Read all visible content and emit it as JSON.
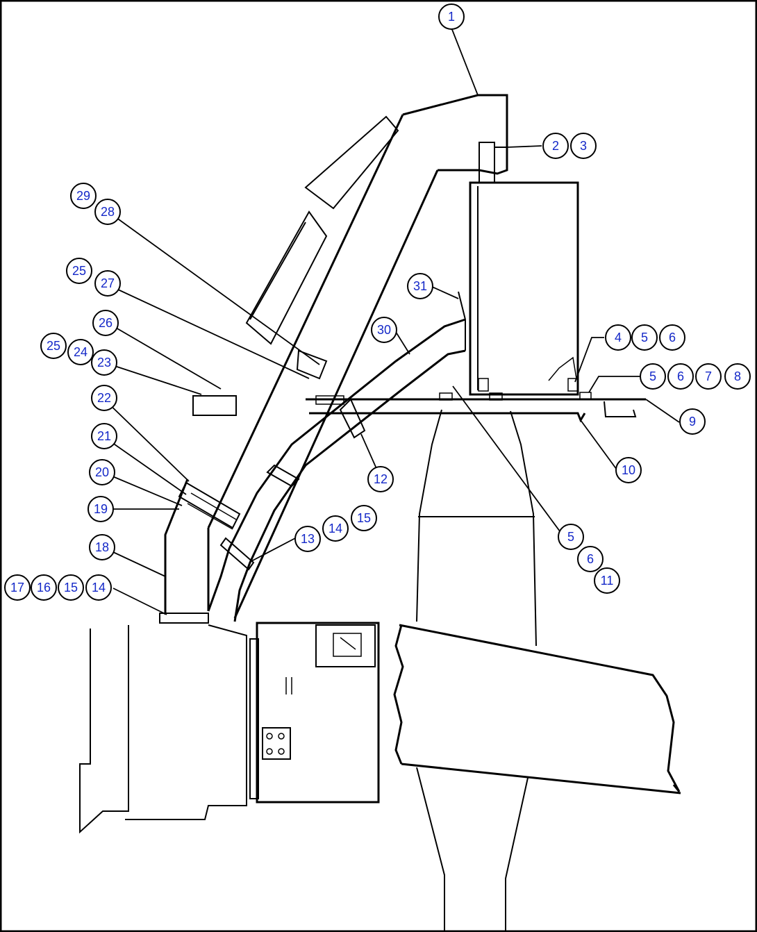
{
  "diagram": {
    "ink_color": "#000000",
    "label_color": "#1428c8",
    "callouts": [
      "1",
      "2",
      "3",
      "4",
      "5",
      "6",
      "5",
      "6",
      "7",
      "8",
      "9",
      "10",
      "5",
      "6",
      "11",
      "12",
      "13",
      "14",
      "15",
      "17",
      "16",
      "15",
      "14",
      "18",
      "19",
      "20",
      "21",
      "22",
      "23",
      "24",
      "25",
      "26",
      "27",
      "25",
      "29",
      "28",
      "30",
      "31"
    ]
  }
}
